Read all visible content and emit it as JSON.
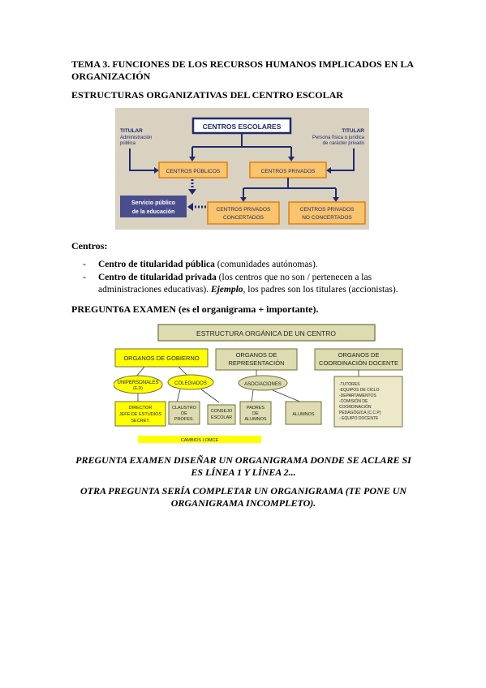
{
  "title_line1": "TEMA 3. FUNCIONES DE LOS RECURSOS HUMANOS IMPLICADOS EN LA",
  "title_line2": "ORGANIZACIÓN",
  "section_heading": "ESTRUCTURAS ORGANIZATIVAS DEL CENTRO ESCOLAR",
  "diagram1": {
    "top": "CENTROS ESCOLARES",
    "titular_left_1": "TITULAR",
    "titular_left_2": "Administración",
    "titular_left_3": "pública",
    "titular_right_1": "TITULAR",
    "titular_right_2": "Persona física o jurídica",
    "titular_right_3": "de carácter privado",
    "publicos": "CENTROS PÚBLICOS",
    "privados": "CENTROS PRIVADOS",
    "servicio_1": "Servicio público",
    "servicio_2": "de la educación",
    "concertados_1": "CENTROS PRIVADOS",
    "concertados_2": "CONCERTADOS",
    "no_concertados_1": "CENTROS PRIVADOS",
    "no_concertados_2": "NO CONCERTADOS",
    "colors": {
      "frame": "#d9d2c0",
      "navy": "#1f2a6e",
      "orange_fill": "#f9c46b",
      "orange_border": "#e07f12",
      "servicio": "#4a4d8c"
    }
  },
  "centros_label": "Centros:",
  "bullets": [
    {
      "bold": "Centro de titularidad pública",
      "rest": " (comunidades autónomas)."
    },
    {
      "bold": "Centro de titularidad privada",
      "rest": " (los centros que no son / pertenecen a las"
    }
  ],
  "bullet2_line2_a": "administraciones educativas). ",
  "bullet2_line2_em": "Ejemplo",
  "bullet2_line2_b": ", los padres son los titulares (accionistas).",
  "pregunta_heading": "PREGUNT6A EXAMEN (es el organigrama + importante).",
  "diagram2": {
    "top": "ESTRUCTURA ORGÁNICA DE UN CENTRO",
    "gobierno": "ORGANOS DE GOBIERNO",
    "repr_1": "ORGANOS DE",
    "repr_2": "REPRESENTACIÓN",
    "coord_1": "ORGANOS DE",
    "coord_2": "COORDINACIÓN DOCENTE",
    "unipersonales_1": "UNIPERSONALES",
    "unipersonales_2": "(E.D)",
    "colegiados": "COLEGIADOS",
    "asociaciones": "ASOCIACIONES",
    "director_1": "DIRECTOR",
    "director_2": "JEFE DE ESTUDIOS",
    "director_3": "SECRET.",
    "claustro_1": "CLAUSTRO",
    "claustro_2": "DE",
    "claustro_3": "PROFES.",
    "consejo_1": "CONSEJO",
    "consejo_2": "ESCOLAR",
    "padres_1": "PADRES",
    "padres_2": "DE",
    "padres_3": "ALUMNOS",
    "alumnos": "ALUMNOS",
    "coord_list": [
      "-TUTORES",
      "-EQUIPOS DE CICLO",
      "-DEPARTAMENTOS",
      "-COMISIÓN DE",
      "COORDINACIÓN",
      "PEDAGÓGICA (C.C.P)",
      "- EQUIPO DOCENTE"
    ],
    "cambios": "CAMBIOS LOMCE",
    "colors": {
      "yellow": "#ffff00",
      "olive": "#dcdcb0",
      "olive_border": "#6f6f3a",
      "tan": "#ece8c8"
    }
  },
  "q1_line1": "PREGUNTA EXAMEN DISEÑAR UN ORGANIGRAMA DONDE SE ACLARE SI",
  "q1_line2": "ES LÍNEA 1 Y LÍNEA 2...",
  "q2_line1": "OTRA PREGUNTA SERÍA COMPLETAR UN ORGANIGRAMA (TE PONE UN",
  "q2_line2": "ORGANIGRAMA INCOMPLETO)."
}
